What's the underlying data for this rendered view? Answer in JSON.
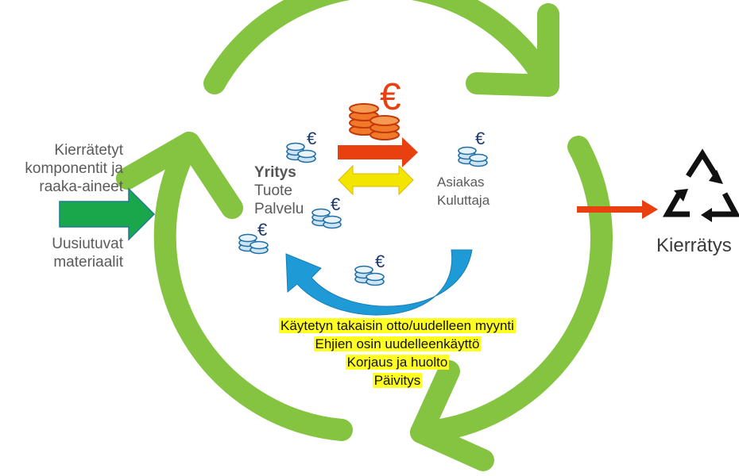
{
  "left_inputs": {
    "line1": "Kierrätetyt",
    "line2": "komponentit ja",
    "line3": "raaka-aineet",
    "line4": "Uusiutuvat",
    "line5": "materiaalit"
  },
  "company": {
    "title": "Yritys",
    "line1": "Tuote",
    "line2": "Palvelu"
  },
  "customer": {
    "line1": "Asiakas",
    "line2": "Kuluttaja"
  },
  "recycling": {
    "label": "Kierrätys"
  },
  "loop_activities": [
    "Käytetyn takaisin otto/uudelleen myynti",
    "Ehjien osin uudelleenkäyttö",
    "Korjaus ja huolto",
    "Päivitys"
  ],
  "currency_symbol": "€",
  "colors": {
    "cycle_green": "#84c441",
    "input_arrow": "#1aa64a",
    "money_arrow": "#e8410f",
    "exchange_arrow": "#f2e600",
    "return_arrow": "#1e9ad6",
    "coin_blue": "#1e6fa8",
    "coin_gold": "#e8620f",
    "highlight": "#ffff22"
  }
}
